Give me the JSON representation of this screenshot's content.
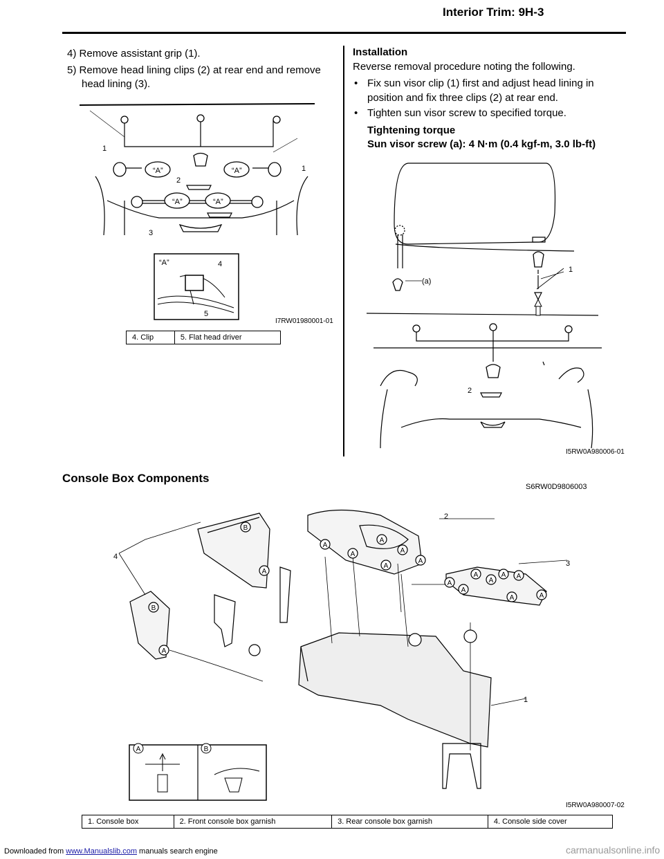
{
  "header": {
    "title": "Interior Trim:    9H-3"
  },
  "left_column": {
    "steps": [
      {
        "num": "4)",
        "text": "Remove assistant grip (1)."
      },
      {
        "num": "5)",
        "text": "Remove head lining clips (2) at rear end and remove"
      },
      {
        "num": "",
        "text": "head lining (3)."
      }
    ],
    "figure": {
      "callouts": [
        "1",
        "1",
        "2",
        "3",
        "4",
        "5"
      ],
      "view_labels": [
        "“A”",
        "“A”",
        "“A”",
        "“A”",
        "“A”"
      ],
      "id": "I7RW01980001-01"
    },
    "caption": [
      "4.   Clip",
      "5.   Flat head driver"
    ]
  },
  "right_column": {
    "heading": "Installation",
    "intro": "Reverse removal procedure noting the following.",
    "bullets": [
      {
        "line1": "Fix sun visor clip (1) first and adjust head lining in",
        "line2": "position and fix three clips (2) at rear end."
      },
      {
        "line1": "Tighten sun visor screw to specified torque.",
        "line2": ""
      }
    ],
    "torque_heading": "Tightening torque",
    "torque_value": "Sun visor screw (a):  4 N·m (0.4 kgf-m, 3.0 lb-ft)",
    "figure": {
      "callouts": [
        "(a)",
        "1",
        "2"
      ],
      "id": "I5RW0A980006-01"
    }
  },
  "section": {
    "title": "Console Box Components",
    "id": "S6RW0D9806003",
    "figure": {
      "callouts": [
        "1",
        "2",
        "3",
        "4"
      ],
      "letter_a": "A",
      "letter_b": "B",
      "id": "I5RW0A980007-02"
    },
    "legend": [
      "1.   Console box",
      "2.   Front console box garnish",
      "3.   Rear console box garnish",
      "4.   Console side cover"
    ]
  },
  "footer": {
    "prefix": "Downloaded from ",
    "link": "www.Manualslib.com",
    "suffix": "  manuals search engine",
    "watermark": "carmanualsonline.info"
  }
}
